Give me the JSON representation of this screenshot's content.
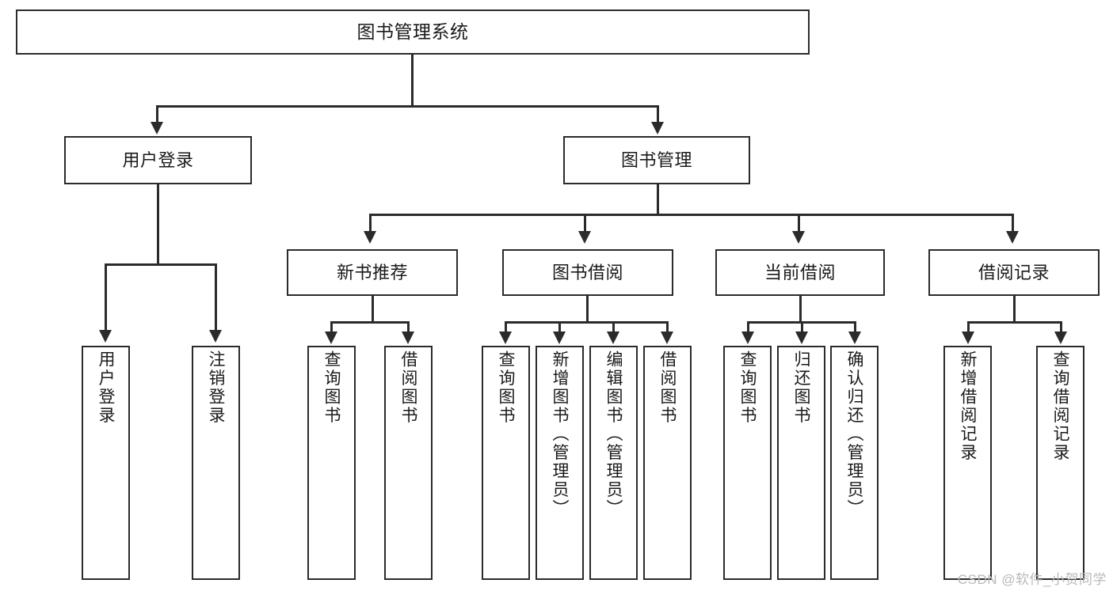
{
  "diagram": {
    "type": "tree",
    "title": "图书管理系统",
    "watermark": "CSDN @软件_小贺同学",
    "colors": {
      "stroke": "#2b2b2b",
      "fill": "#ffffff",
      "text": "#1a1a1a",
      "watermark": "#b9b9b9"
    },
    "nodes": {
      "root": "图书管理系统",
      "l1": {
        "user_login": "用户登录",
        "book_manage": "图书管理"
      },
      "l2": {
        "new_book_recommend": "新书推荐",
        "book_borrow": "图书借阅",
        "current_borrow": "当前借阅",
        "borrow_record": "借阅记录"
      },
      "leaves": {
        "user_login_1": "用户登录",
        "user_login_2": "注销登录",
        "new_book_1": "查询图书",
        "new_book_2": "借阅图书",
        "borrow_1": "查询图书",
        "borrow_2": "新增图书（管理员）",
        "borrow_3": "编辑图书（管理员）",
        "borrow_4": "借阅图书",
        "current_1": "查询图书",
        "current_2": "归还图书",
        "current_3": "确认归还（管理员）",
        "record_1": "新增借阅记录",
        "record_2": "查询借阅记录"
      }
    }
  }
}
